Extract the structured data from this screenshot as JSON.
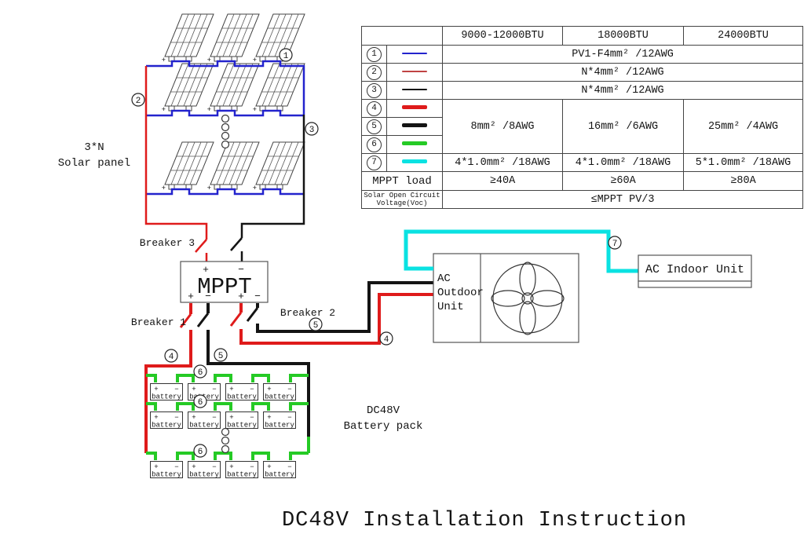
{
  "title": "DC48V Installation Instruction",
  "colors": {
    "blue": "#2323cd",
    "red": "#df1b1b",
    "dark_red": "#c04343",
    "black": "#141414",
    "green": "#25ca25",
    "cyan": "#0ae2e2"
  },
  "table": {
    "col_headers": [
      "9000-12000BTU",
      "18000BTU",
      "24000BTU"
    ],
    "wire_rows": [
      {
        "num": "1",
        "color": "#2323cd",
        "thick": false,
        "span_spec": "PV1-F4mm² /12AWG"
      },
      {
        "num": "2",
        "color": "#c04343",
        "thick": false,
        "span_spec": "N*4mm² /12AWG"
      },
      {
        "num": "3",
        "color": "#141414",
        "thick": false,
        "span_spec": "N*4mm² /12AWG"
      },
      {
        "num": "4",
        "color": "#df1b1b",
        "thick": true
      },
      {
        "num": "5",
        "color": "#141414",
        "thick": true
      },
      {
        "num": "6",
        "color": "#25ca25",
        "thick": true
      },
      {
        "num": "7",
        "color": "#0ae2e2",
        "thick": true,
        "cells": [
          "4*1.0mm² /18AWG",
          "4*1.0mm² /18AWG",
          "5*1.0mm² /18AWG"
        ]
      }
    ],
    "merged_456": [
      "8mm² /8AWG",
      "16mm² /6AWG",
      "25mm² /4AWG"
    ],
    "mppt_load": {
      "label": "MPPT load",
      "values": [
        "≥40A",
        "≥60A",
        "≥80A"
      ]
    },
    "voc": {
      "label_line1": "Solar Open Circuit",
      "label_line2": "Voltage(Voc)",
      "value": "≤MPPT PV/3"
    }
  },
  "diagram": {
    "solar_panel_label": [
      "3*N",
      "Solar panel"
    ],
    "battery_pack_label": [
      "DC48V",
      "Battery pack"
    ],
    "mppt_label": "MPPT",
    "breakers": {
      "b1": "Breaker 1",
      "b2": "Breaker 2",
      "b3": "Breaker 3"
    },
    "ac_outdoor_label": [
      "AC",
      "Outdoor",
      "Unit"
    ],
    "ac_indoor_label": "AC Indoor Unit",
    "battery_label": "battery",
    "plus": "+",
    "minus": "−",
    "nums": {
      "n1": "1",
      "n2": "2",
      "n3": "3",
      "n4": "4",
      "n5": "5",
      "n6": "6",
      "n7": "7"
    }
  }
}
